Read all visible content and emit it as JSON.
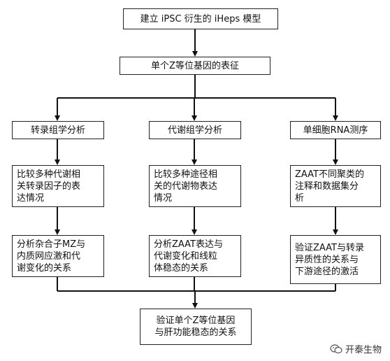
{
  "nodes": {
    "top": "建立 iPSC 衍生的 iHeps 模型",
    "second": "单个Z等位基因的表征",
    "col1_head": "转录组学分析",
    "col2_head": "代谢组学分析",
    "col3_head": "单细胞RNA测序",
    "col1_mid": "比较多种代谢相\n关转录因子的表\n达情况",
    "col2_mid": "比较多种途径相\n关的代谢物表达\n情况",
    "col3_mid": "ZAAT不同聚类的\n注释和数据集分\n析",
    "col1_low": "分析杂合子MZ与\n内质网应激和代\n谢变化的关系",
    "col2_low": "分析ZAAT表达与\n代谢变化和线粒\n体稳态的关系",
    "col3_low": "验证ZAAT与转录\n异质性的关系与\n下游途径的激活",
    "bottom": "验证单个Z等位基因\n与肝功能稳态的关系"
  },
  "watermark": {
    "text": "开泰生物",
    "icon": "wechat-icon"
  }
}
